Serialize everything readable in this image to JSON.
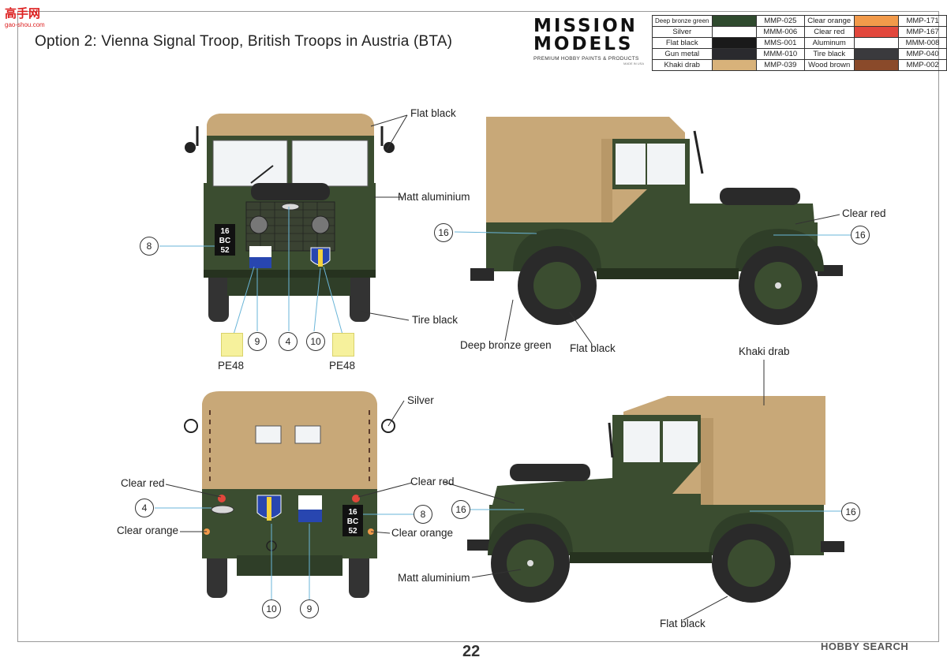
{
  "title": "Option 2: Vienna Signal Troop, British Troops in Austria (BTA)",
  "watermark": {
    "name": "高手网",
    "url": "gao-shou.com"
  },
  "brand": {
    "line1": "MISSION",
    "line2": "MODELS",
    "tagline": "PREMIUM HOBBY PAINTS & PRODUCTS",
    "small": "MADE IN USA"
  },
  "paints": [
    {
      "name": "Deep bronze green",
      "code": "MMP-025",
      "color": "#2f4a2e"
    },
    {
      "name": "Silver",
      "code": "MMM-006",
      "color": "#ffffff"
    },
    {
      "name": "Flat black",
      "code": "MMS-001",
      "color": "#1a1a1a"
    },
    {
      "name": "Gun metal",
      "code": "MMM-010",
      "color": "#2a2a2e"
    },
    {
      "name": "Khaki drab",
      "code": "MMP-039",
      "color": "#d8b27a"
    },
    {
      "name": "Clear orange",
      "code": "MMP-171",
      "color": "#f29a4a"
    },
    {
      "name": "Clear red",
      "code": "MMP-167",
      "color": "#e2473c"
    },
    {
      "name": "Aluminum",
      "code": "MMM-008",
      "color": "#ffffff"
    },
    {
      "name": "Tire black",
      "code": "MMP-040",
      "color": "#3a3a3d"
    },
    {
      "name": "Wood brown",
      "code": "MMP-002",
      "color": "#8a4a2a"
    }
  ],
  "labels": {
    "flat_black_top": "Flat black",
    "matt_aluminium_top": "Matt aluminium",
    "tire_black": "Tire black",
    "pe48_left": "PE48",
    "pe48_right": "PE48",
    "clear_red_side": "Clear red",
    "deep_bronze_green": "Deep bronze green",
    "flat_black_side": "Flat black",
    "khaki_drab": "Khaki drab",
    "silver": "Silver",
    "clear_red_rear_left": "Clear red",
    "clear_red_rear_right": "Clear red",
    "clear_orange_left": "Clear orange",
    "clear_orange_right": "Clear orange",
    "matt_aluminium_bottom": "Matt aluminium",
    "flat_black_bottom": "Flat black"
  },
  "plate": {
    "line1": "16",
    "line2": "BC",
    "line3": "52"
  },
  "decal_callouts": {
    "front_left": "8",
    "front_9": "9",
    "front_4": "4",
    "front_10": "10",
    "side_top_left": "16",
    "side_top_right": "16",
    "rear_4": "4",
    "rear_8": "8",
    "rear_10": "10",
    "rear_9": "9",
    "side_bottom_left": "16",
    "side_bottom_right": "16"
  },
  "page_number": "22",
  "source_watermark": "HOBBY SEARCH"
}
